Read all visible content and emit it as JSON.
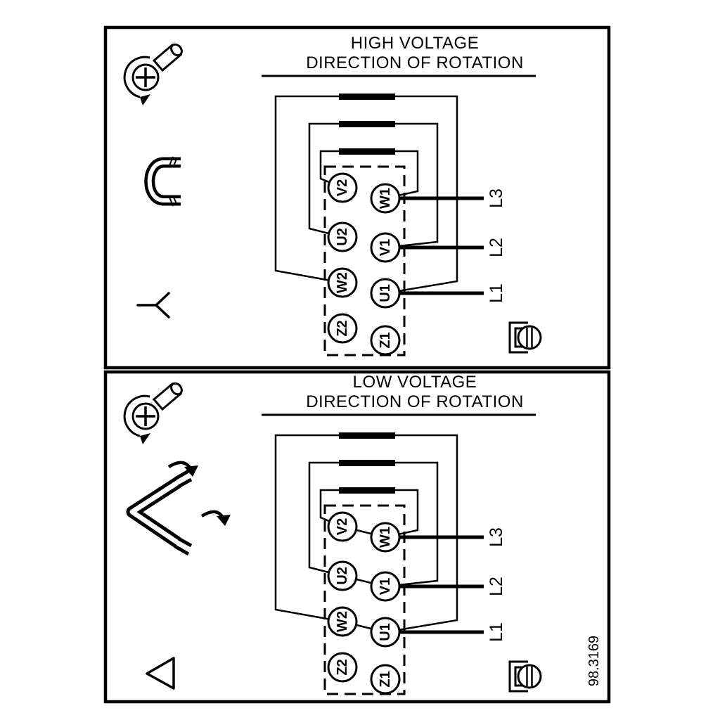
{
  "figure_number": "98.3169",
  "colors": {
    "ink": "#000000",
    "paper": "#ffffff"
  },
  "icons": {
    "rotation_screw": "screw-with-rotation-arrow-icon",
    "jumper_link": "jumper-link-icon",
    "star": "star-connection-icon",
    "delta": "delta-connection-icon",
    "delta_jumpers": "delta-jumper-placement-icon",
    "terminal_screw": "terminal-screw-icon"
  },
  "panels": [
    {
      "id": "high-voltage",
      "title_line1": "HIGH VOLTAGE",
      "title_line2": "DIRECTION OF ROTATION",
      "connection_symbol": "star",
      "terminals_left": [
        "V2",
        "U2",
        "W2",
        "Z2"
      ],
      "terminals_right": [
        "W1",
        "V1",
        "U1",
        "Z1"
      ],
      "supply_lines": [
        "L3",
        "L2",
        "L1"
      ]
    },
    {
      "id": "low-voltage",
      "title_line1": "LOW VOLTAGE",
      "title_line2": "DIRECTION OF ROTATION",
      "connection_symbol": "delta",
      "terminals_left": [
        "V2",
        "U2",
        "W2",
        "Z2"
      ],
      "terminals_right": [
        "W1",
        "V1",
        "U1",
        "Z1"
      ],
      "supply_lines": [
        "L3",
        "L2",
        "L1"
      ]
    }
  ]
}
